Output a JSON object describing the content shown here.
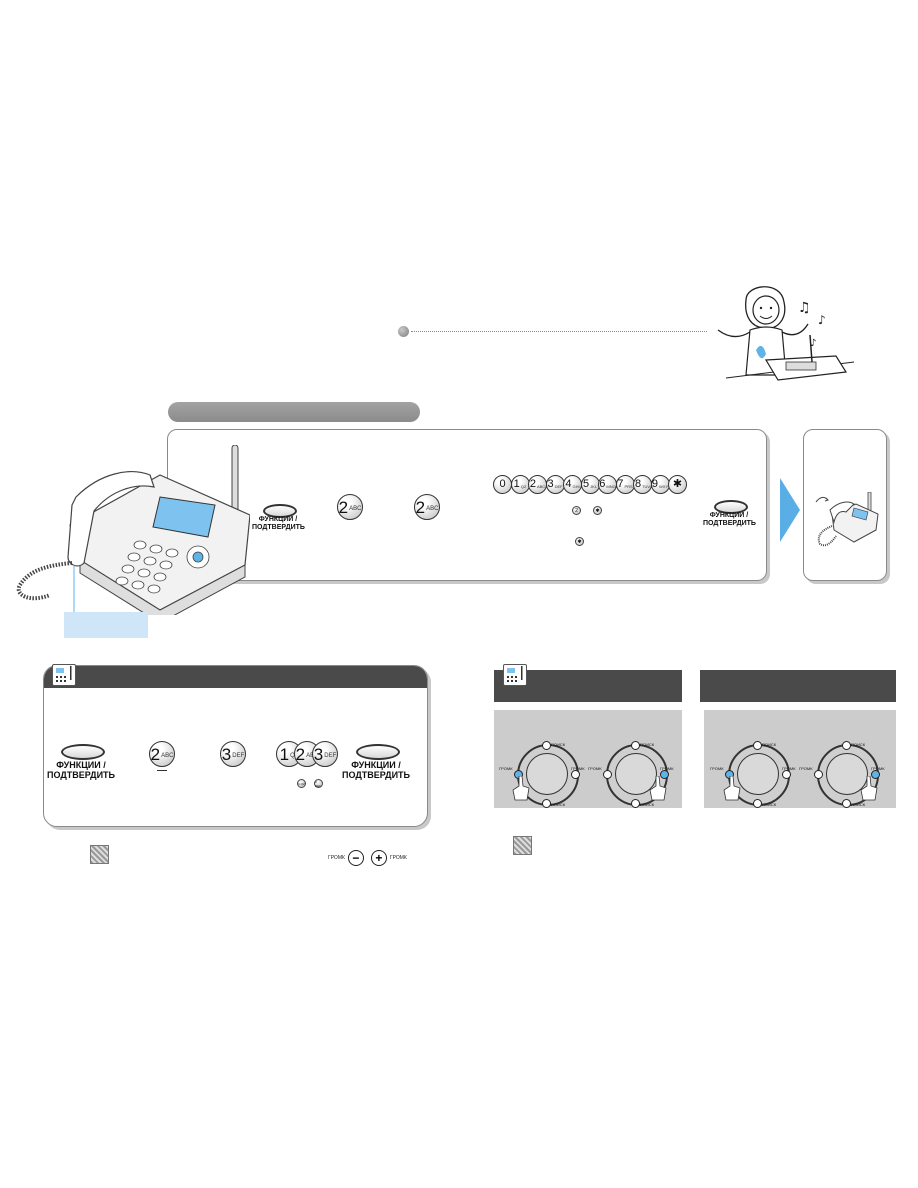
{
  "colors": {
    "accent": "#5aaee6",
    "header_dark": "#4a4a4a",
    "section_gray": "#999999",
    "callout_blue": "#cfe6f8"
  },
  "main": {
    "func_button": {
      "line1": "ФУНКЦИИ /",
      "line2": "ПОДТВЕРДИТЬ"
    },
    "key_2": {
      "num": "2",
      "letters": "ABC"
    },
    "keypad_row": [
      {
        "num": "0",
        "letters": ""
      },
      {
        "num": "1",
        "letters": "QZ"
      },
      {
        "num": "2",
        "letters": "ABC"
      },
      {
        "num": "3",
        "letters": "DEF"
      },
      {
        "num": "4",
        "letters": "GHI"
      },
      {
        "num": "5",
        "letters": "JKL"
      },
      {
        "num": "6",
        "letters": "MNO"
      },
      {
        "num": "7",
        "letters": "PRS"
      },
      {
        "num": "8",
        "letters": "TUV"
      },
      {
        "num": "9",
        "letters": "WXY"
      },
      {
        "num": "✱",
        "letters": ""
      }
    ],
    "small_keys": [
      "2",
      "✱"
    ],
    "small_key_2": "✱"
  },
  "lower_left": {
    "func_button": {
      "line1": "ФУНКЦИИ /",
      "line2": "ПОДТВЕРДИТЬ"
    },
    "key_2": {
      "num": "2",
      "letters": "ABC"
    },
    "key_3": {
      "num": "3",
      "letters": "DEF"
    },
    "key_group": [
      {
        "num": "1",
        "letters": "QZ"
      },
      {
        "num": "2",
        "letters": "ABC"
      },
      {
        "num": "3",
        "letters": "DEF"
      }
    ],
    "mini_keys": [
      "1 QZ",
      "3 DEF"
    ]
  },
  "volume_hint": {
    "left_label": "ГРОМК",
    "right_label": "ГРОМК",
    "minus": "−",
    "plus": "+"
  },
  "dials": {
    "left_label": "ГРОМК",
    "right_label": "ГРОМК",
    "top_label": "ПОИСК",
    "bottom_label": "ПОИСК"
  }
}
